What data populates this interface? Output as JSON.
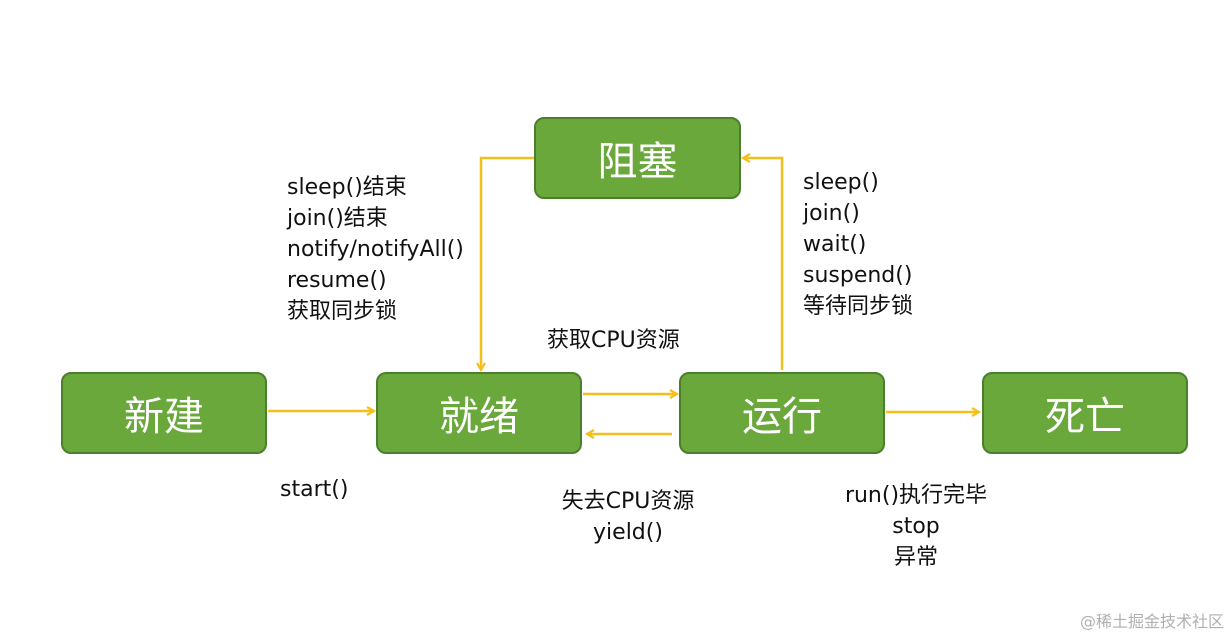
{
  "colors": {
    "box_fill": "#6aa83c",
    "box_border": "#4a7f2c",
    "box_text": "#ffffff",
    "arrow": "#f5bf1a",
    "label_text": "#111111",
    "watermark_text": "#b0b0b0"
  },
  "states": {
    "new": "新建",
    "ready": "就绪",
    "running": "运行",
    "blocked": "阻塞",
    "dead": "死亡"
  },
  "transitions": {
    "new_to_ready": {
      "lines": [
        "start()"
      ]
    },
    "ready_to_running": {
      "lines": [
        "获取CPU资源"
      ]
    },
    "running_to_ready": {
      "lines": [
        "失去CPU资源",
        "yield()"
      ]
    },
    "running_to_blocked": {
      "lines": [
        "sleep()",
        "join()",
        "wait()",
        "suspend()",
        "等待同步锁"
      ]
    },
    "blocked_to_ready": {
      "lines": [
        "sleep()结束",
        "join()结束",
        "notify/notifyAll()",
        "resume()",
        "获取同步锁"
      ]
    },
    "running_to_dead": {
      "lines": [
        "run()执行完毕",
        "stop",
        "异常"
      ]
    }
  },
  "watermark": "@稀土掘金技术社区"
}
